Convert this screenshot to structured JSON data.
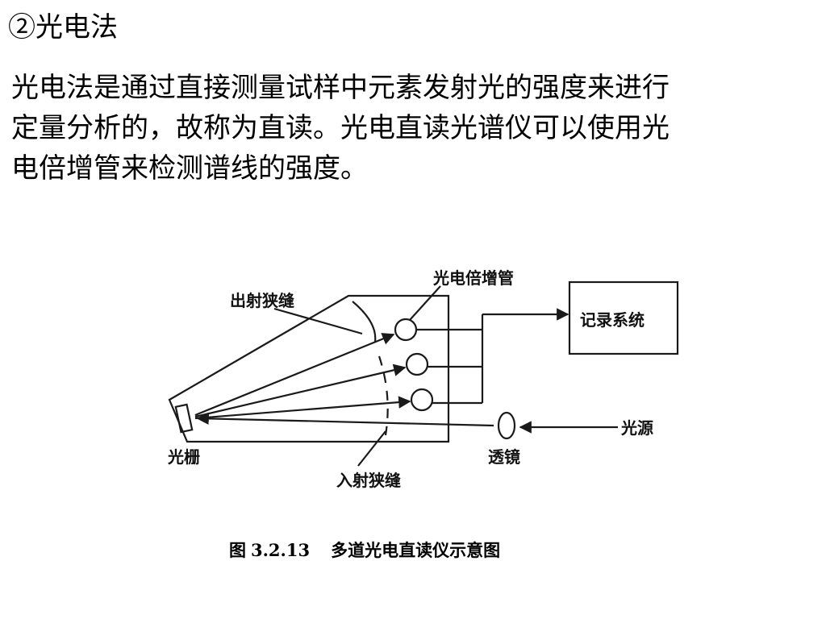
{
  "slide": {
    "heading": "②光电法",
    "paragraph_lines": [
      "光电法是通过直接测量试样中元素发射光的强度来进行",
      "定量分析的，故称为直读。光电直读光谱仪可以使用光",
      "电倍增管来检测谱线的强度。"
    ]
  },
  "diagram": {
    "labels": {
      "photomultiplier": "光电倍增管",
      "exit_slit": "出射狭缝",
      "recorder": "记录系统",
      "light_source": "光源",
      "grating": "光栅",
      "lens": "透镜",
      "entrance_slit": "入射狭缝"
    }
  },
  "caption": {
    "prefix": "图",
    "number": "3.2.13",
    "title": "多道光电直读仪示意图"
  }
}
